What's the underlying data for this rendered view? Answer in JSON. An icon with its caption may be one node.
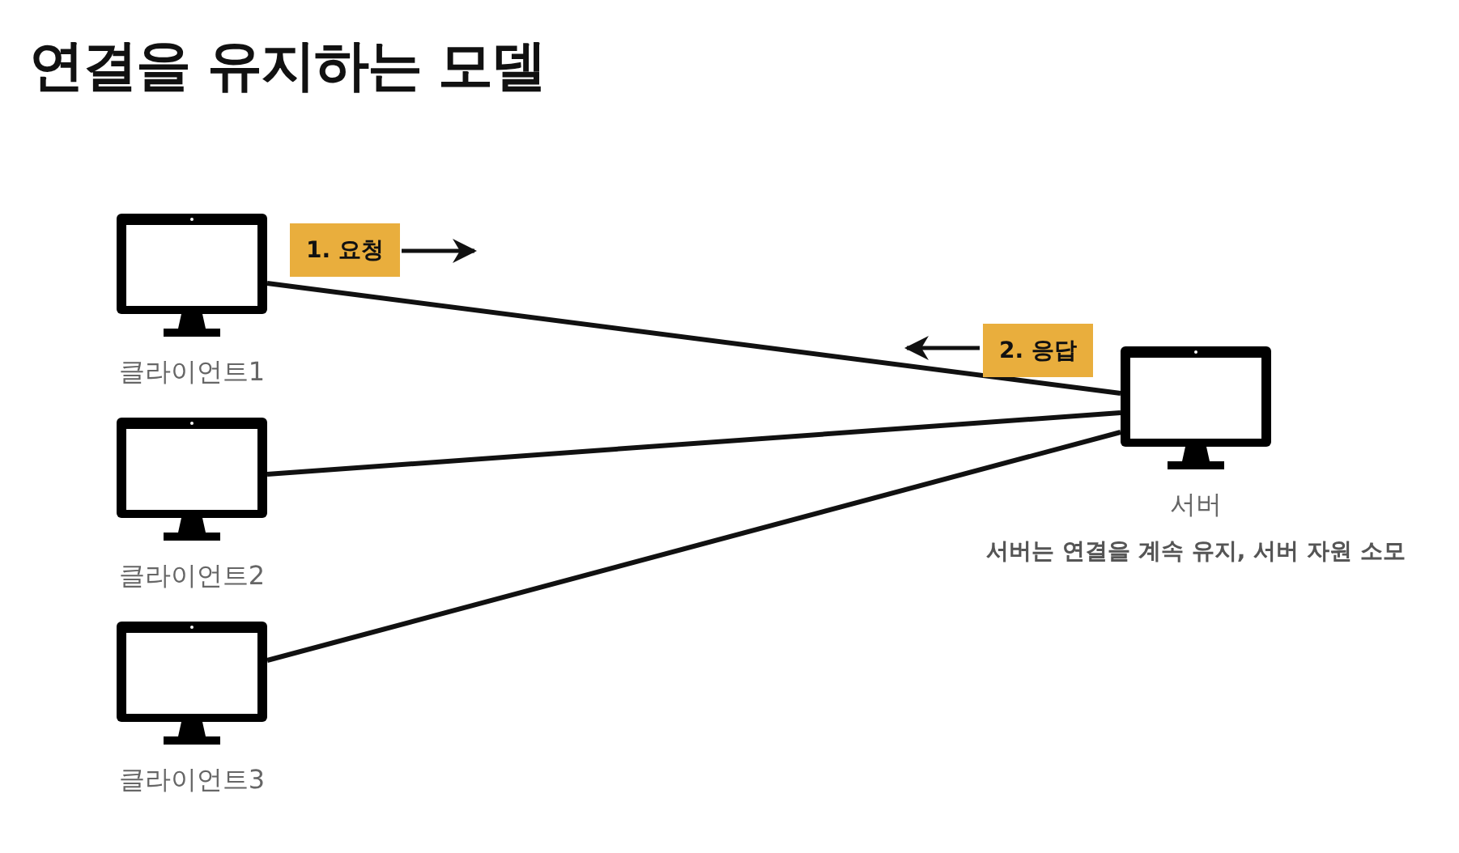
{
  "diagram": {
    "title": "연결을 유지하는 모델",
    "nodes": [
      {
        "text": [
          "클라이언트1"
        ]
      },
      {
        "text": [
          "클라이언트2"
        ]
      },
      {
        "text": [
          "클라이언트3"
        ]
      },
      {
        "text": [
          "서버"
        ],
        "beside": [
          "서버는 연결을 계속 유지, 서버 자원 소모"
        ]
      },
      {
        "text": [
          "1. 요청"
        ]
      },
      {
        "text": [
          "2. 응답"
        ]
      }
    ],
    "edges": [
      {
        "from": 0,
        "to": 3,
        "arrow": "none"
      },
      {
        "from": 1,
        "to": 3,
        "arrow": "none"
      },
      {
        "from": 2,
        "to": 3,
        "arrow": "none"
      }
    ]
  }
}
